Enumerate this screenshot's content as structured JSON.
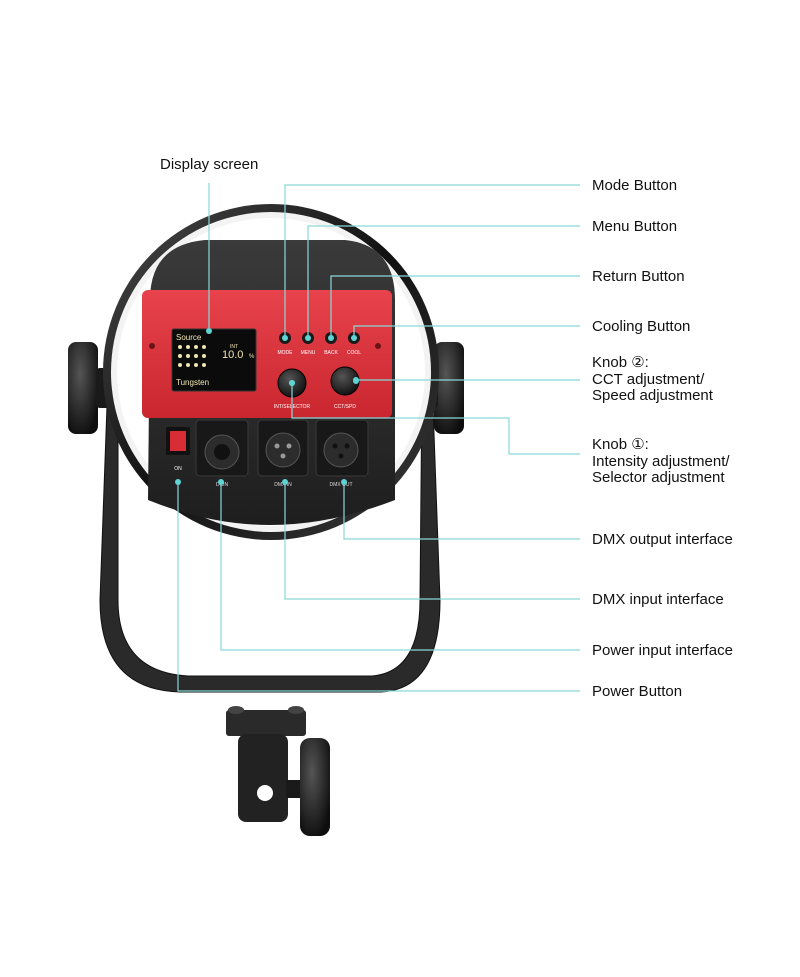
{
  "colors": {
    "leader": "#8ad8d8",
    "dot": "#5fd3d3",
    "panel": "#e0343e",
    "body": "#2b2b2b",
    "screen_text": "#f0e6b0"
  },
  "panel": {
    "display": {
      "source": "Source",
      "int_label": "INT",
      "value": "10.0",
      "unit": "%",
      "preset": "Tungsten"
    },
    "buttons": [
      "MODE",
      "MENU",
      "BACK",
      "COOL"
    ],
    "knob_labels": [
      "INT/SELECTOR",
      "CCT/SPD"
    ],
    "port_labels": [
      "ON",
      "DCIN",
      "DMX IN",
      "DMX OUT"
    ]
  },
  "callouts": {
    "display_screen": "Display screen",
    "mode": "Mode Button",
    "menu": "Menu Button",
    "return": "Return Button",
    "cooling": "Cooling Button",
    "knob2": [
      "Knob ②:",
      "CCT adjustment/",
      "Speed adjustment"
    ],
    "knob1": [
      "Knob ①:",
      "Intensity adjustment/",
      "Selector adjustment"
    ],
    "dmx_out": "DMX output interface",
    "dmx_in": "DMX input interface",
    "power_in": "Power input interface",
    "power_button": "Power Button"
  }
}
